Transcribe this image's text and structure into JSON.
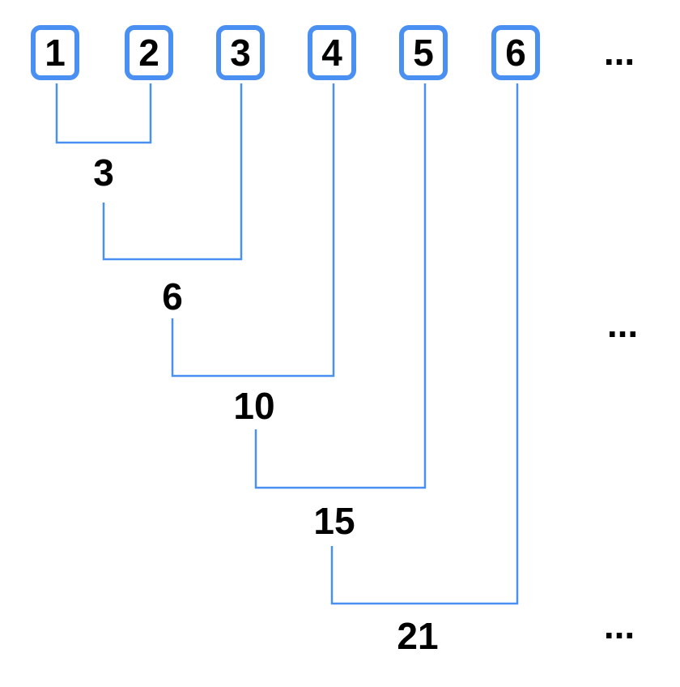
{
  "inputs": [
    "1",
    "2",
    "3",
    "4",
    "5",
    "6"
  ],
  "ellipsis": "...",
  "sums": [
    "3",
    "6",
    "10",
    "15",
    "21"
  ],
  "colors": {
    "box_border": "#4a8ff2",
    "connector": "#4a8ff2",
    "text": "#000000"
  }
}
